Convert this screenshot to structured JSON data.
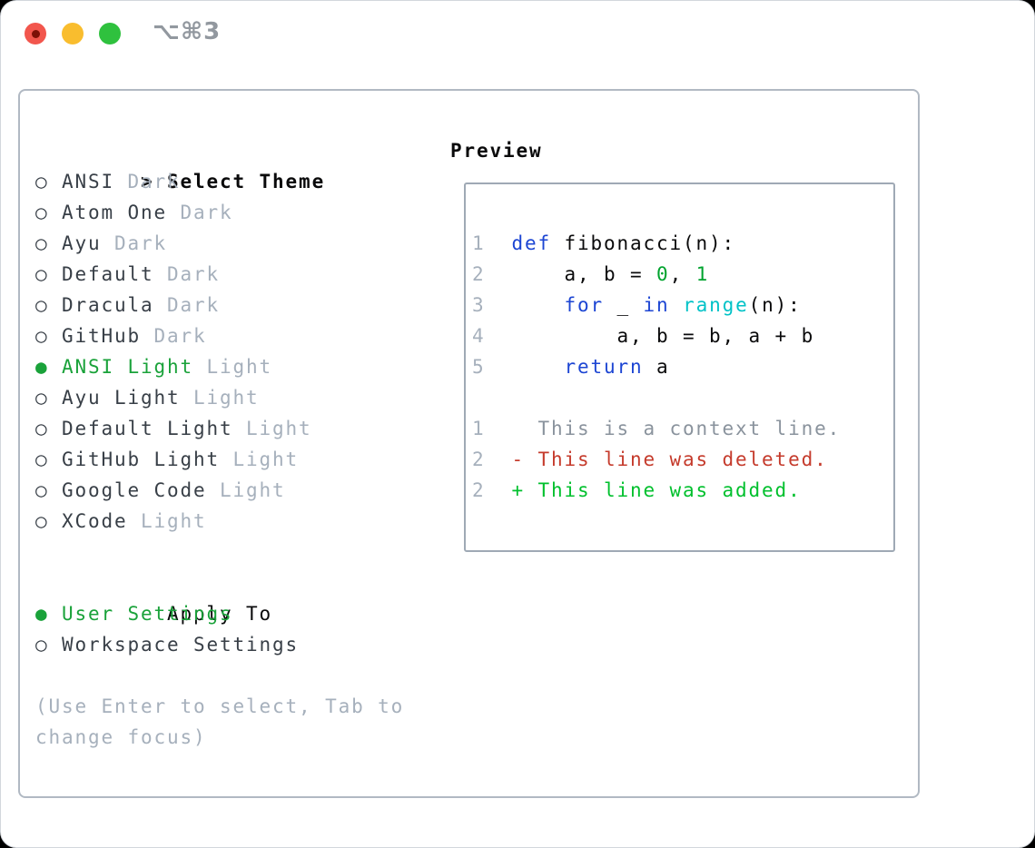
{
  "window": {
    "shortcut": "⌥⌘3"
  },
  "icons": {
    "radio_selected": "●",
    "radio_unselected": "○",
    "focus_prefix": ">"
  },
  "theme_list": {
    "header": {
      "prefix": ">",
      "label": "Select Theme"
    },
    "items": [
      {
        "name": "ANSI",
        "variant": "Dark",
        "selected": false
      },
      {
        "name": "Atom One",
        "variant": "Dark",
        "selected": false
      },
      {
        "name": "Ayu",
        "variant": "Dark",
        "selected": false
      },
      {
        "name": "Default",
        "variant": "Dark",
        "selected": false
      },
      {
        "name": "Dracula",
        "variant": "Dark",
        "selected": false
      },
      {
        "name": "GitHub",
        "variant": "Dark",
        "selected": false
      },
      {
        "name": "ANSI Light",
        "variant": "Light",
        "selected": true
      },
      {
        "name": "Ayu Light",
        "variant": "Light",
        "selected": false
      },
      {
        "name": "Default Light",
        "variant": "Light",
        "selected": false
      },
      {
        "name": "GitHub Light",
        "variant": "Light",
        "selected": false
      },
      {
        "name": "Google Code",
        "variant": "Light",
        "selected": false
      },
      {
        "name": "XCode",
        "variant": "Light",
        "selected": false
      }
    ]
  },
  "apply_to": {
    "label": "Apply To",
    "options": [
      {
        "name": "User Settings",
        "selected": true
      },
      {
        "name": "Workspace Settings",
        "selected": false
      }
    ]
  },
  "help_text": [
    "(Use Enter to select, Tab to",
    "change focus)"
  ],
  "preview": {
    "label": "Preview",
    "lines": [
      {
        "num": "1",
        "tokens": [
          [
            "keyword",
            "def"
          ],
          [
            "plain",
            " fibonacci(n):"
          ]
        ]
      },
      {
        "num": "2",
        "tokens": [
          [
            "plain",
            "    a, b = "
          ],
          [
            "number",
            "0"
          ],
          [
            "plain",
            ", "
          ],
          [
            "number",
            "1"
          ]
        ]
      },
      {
        "num": "3",
        "tokens": [
          [
            "plain",
            "    "
          ],
          [
            "keyword",
            "for"
          ],
          [
            "plain",
            " _ "
          ],
          [
            "keyword",
            "in"
          ],
          [
            "plain",
            " "
          ],
          [
            "builtin",
            "range"
          ],
          [
            "plain",
            "(n):"
          ]
        ]
      },
      {
        "num": "4",
        "tokens": [
          [
            "plain",
            "        a, b = b, a + b"
          ]
        ]
      },
      {
        "num": "5",
        "tokens": [
          [
            "plain",
            "    "
          ],
          [
            "keyword",
            "return"
          ],
          [
            "plain",
            " a"
          ]
        ]
      },
      {
        "num": "",
        "tokens": []
      },
      {
        "num": "1",
        "tokens": [
          [
            "context",
            "  This is a context line."
          ]
        ]
      },
      {
        "num": "2",
        "tokens": [
          [
            "deleted",
            "- This line was deleted."
          ]
        ]
      },
      {
        "num": "2",
        "tokens": [
          [
            "added",
            "+ This line was added."
          ]
        ]
      }
    ]
  },
  "colors": {
    "text_dark": "#383f47",
    "text_black": "#0a0a0b",
    "muted": "#a6b0bc",
    "accent_green": "#1aa23a",
    "keyword_blue": "#1c45d3",
    "number_green": "#00a32e",
    "builtin_cyan": "#00c2c7",
    "diff_red": "#c53b2c",
    "diff_green": "#00c02d",
    "context_gray": "#8a939d",
    "line_number": "#a6b0bc",
    "border_gray": "#a3abb6",
    "traffic_red": "#f2564d",
    "traffic_red_dot": "#7d1007",
    "traffic_yellow": "#f9bd2e",
    "traffic_green": "#2fc13e",
    "titlebar_text": "#92989f"
  }
}
